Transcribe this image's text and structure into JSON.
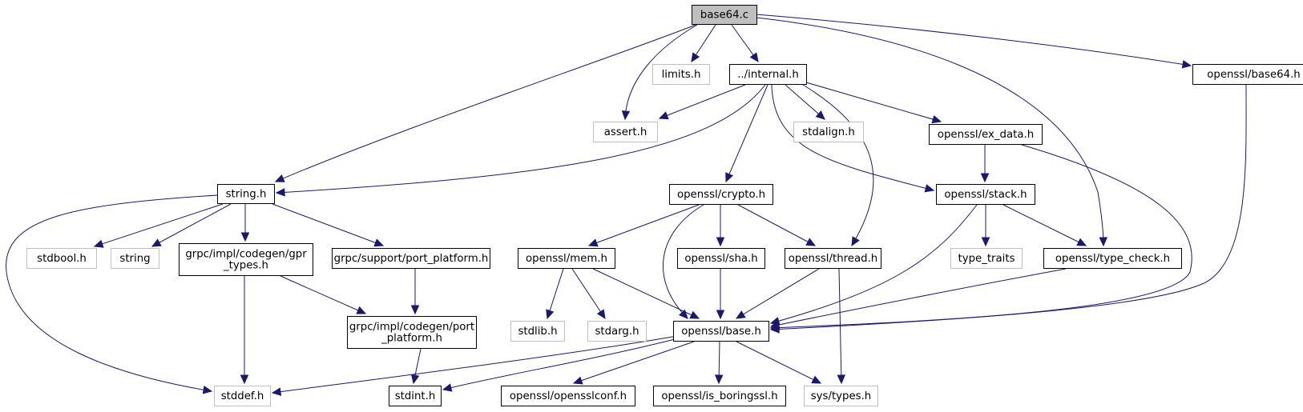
{
  "graph": {
    "title": "base64.c",
    "colors": {
      "edge": "#191970",
      "root_fill": "#bfbfbf",
      "documented_border": "#000000",
      "undocumented_border": "#bfbfbf",
      "node_fill": "#ffffff"
    },
    "nodes": [
      {
        "id": "base64_c",
        "lines": [
          "base64.c"
        ],
        "kind": "root"
      },
      {
        "id": "limits_h",
        "lines": [
          "limits.h"
        ],
        "kind": "external"
      },
      {
        "id": "internal_h",
        "lines": [
          "../internal.h"
        ],
        "kind": "documented"
      },
      {
        "id": "openssl_base64_h",
        "lines": [
          "openssl/base64.h"
        ],
        "kind": "documented"
      },
      {
        "id": "assert_h",
        "lines": [
          "assert.h"
        ],
        "kind": "external"
      },
      {
        "id": "stdalign_h",
        "lines": [
          "stdalign.h"
        ],
        "kind": "external"
      },
      {
        "id": "openssl_ex_data_h",
        "lines": [
          "openssl/ex_data.h"
        ],
        "kind": "documented"
      },
      {
        "id": "string_h",
        "lines": [
          "string.h"
        ],
        "kind": "documented"
      },
      {
        "id": "openssl_crypto_h",
        "lines": [
          "openssl/crypto.h"
        ],
        "kind": "documented"
      },
      {
        "id": "openssl_stack_h",
        "lines": [
          "openssl/stack.h"
        ],
        "kind": "documented"
      },
      {
        "id": "stdbool_h",
        "lines": [
          "stdbool.h"
        ],
        "kind": "external"
      },
      {
        "id": "string",
        "lines": [
          "string"
        ],
        "kind": "external"
      },
      {
        "id": "grpc_gpr_types_h",
        "lines": [
          "grpc/impl/codegen/gpr",
          "_types.h"
        ],
        "kind": "documented"
      },
      {
        "id": "grpc_support_port_platform_h",
        "lines": [
          "grpc/support/port_platform.h"
        ],
        "kind": "documented"
      },
      {
        "id": "openssl_mem_h",
        "lines": [
          "openssl/mem.h"
        ],
        "kind": "documented"
      },
      {
        "id": "openssl_sha_h",
        "lines": [
          "openssl/sha.h"
        ],
        "kind": "documented"
      },
      {
        "id": "openssl_thread_h",
        "lines": [
          "openssl/thread.h"
        ],
        "kind": "documented"
      },
      {
        "id": "type_traits",
        "lines": [
          "type_traits"
        ],
        "kind": "external"
      },
      {
        "id": "openssl_type_check_h",
        "lines": [
          "openssl/type_check.h"
        ],
        "kind": "documented"
      },
      {
        "id": "grpc_codegen_port_platform_h",
        "lines": [
          "grpc/impl/codegen/port",
          "_platform.h"
        ],
        "kind": "documented"
      },
      {
        "id": "stdlib_h",
        "lines": [
          "stdlib.h"
        ],
        "kind": "external"
      },
      {
        "id": "stdarg_h",
        "lines": [
          "stdarg.h"
        ],
        "kind": "external"
      },
      {
        "id": "openssl_base_h",
        "lines": [
          "openssl/base.h"
        ],
        "kind": "documented"
      },
      {
        "id": "stddef_h",
        "lines": [
          "stddef.h"
        ],
        "kind": "external"
      },
      {
        "id": "stdint_h",
        "lines": [
          "stdint.h"
        ],
        "kind": "documented"
      },
      {
        "id": "openssl_opensslconf_h",
        "lines": [
          "openssl/opensslconf.h"
        ],
        "kind": "documented"
      },
      {
        "id": "openssl_is_boringssl_h",
        "lines": [
          "openssl/is_boringssl.h"
        ],
        "kind": "documented"
      },
      {
        "id": "sys_types_h",
        "lines": [
          "sys/types.h"
        ],
        "kind": "external"
      }
    ],
    "edges": [
      {
        "from": "base64_c",
        "to": "string_h"
      },
      {
        "from": "base64_c",
        "to": "assert_h"
      },
      {
        "from": "base64_c",
        "to": "limits_h"
      },
      {
        "from": "base64_c",
        "to": "internal_h"
      },
      {
        "from": "base64_c",
        "to": "openssl_type_check_h"
      },
      {
        "from": "base64_c",
        "to": "openssl_base64_h"
      },
      {
        "from": "internal_h",
        "to": "assert_h"
      },
      {
        "from": "internal_h",
        "to": "string_h"
      },
      {
        "from": "internal_h",
        "to": "openssl_crypto_h"
      },
      {
        "from": "internal_h",
        "to": "stdalign_h"
      },
      {
        "from": "internal_h",
        "to": "openssl_stack_h"
      },
      {
        "from": "internal_h",
        "to": "openssl_thread_h"
      },
      {
        "from": "internal_h",
        "to": "openssl_ex_data_h"
      },
      {
        "from": "openssl_base64_h",
        "to": "openssl_base_h"
      },
      {
        "from": "openssl_ex_data_h",
        "to": "openssl_stack_h"
      },
      {
        "from": "openssl_ex_data_h",
        "to": "openssl_base_h"
      },
      {
        "from": "string_h",
        "to": "stddef_h"
      },
      {
        "from": "string_h",
        "to": "stdbool_h"
      },
      {
        "from": "string_h",
        "to": "string"
      },
      {
        "from": "string_h",
        "to": "grpc_gpr_types_h"
      },
      {
        "from": "string_h",
        "to": "grpc_support_port_platform_h"
      },
      {
        "from": "openssl_crypto_h",
        "to": "openssl_mem_h"
      },
      {
        "from": "openssl_crypto_h",
        "to": "openssl_base_h"
      },
      {
        "from": "openssl_crypto_h",
        "to": "openssl_sha_h"
      },
      {
        "from": "openssl_crypto_h",
        "to": "openssl_thread_h"
      },
      {
        "from": "openssl_stack_h",
        "to": "openssl_base_h"
      },
      {
        "from": "openssl_stack_h",
        "to": "type_traits"
      },
      {
        "from": "openssl_stack_h",
        "to": "openssl_type_check_h"
      },
      {
        "from": "grpc_gpr_types_h",
        "to": "stddef_h"
      },
      {
        "from": "grpc_gpr_types_h",
        "to": "grpc_codegen_port_platform_h"
      },
      {
        "from": "grpc_support_port_platform_h",
        "to": "grpc_codegen_port_platform_h"
      },
      {
        "from": "openssl_mem_h",
        "to": "stdlib_h"
      },
      {
        "from": "openssl_mem_h",
        "to": "stdarg_h"
      },
      {
        "from": "openssl_mem_h",
        "to": "openssl_base_h"
      },
      {
        "from": "openssl_sha_h",
        "to": "openssl_base_h"
      },
      {
        "from": "openssl_thread_h",
        "to": "openssl_base_h"
      },
      {
        "from": "openssl_thread_h",
        "to": "sys_types_h"
      },
      {
        "from": "openssl_type_check_h",
        "to": "openssl_base_h"
      },
      {
        "from": "grpc_codegen_port_platform_h",
        "to": "stdint_h"
      },
      {
        "from": "openssl_base_h",
        "to": "stddef_h"
      },
      {
        "from": "openssl_base_h",
        "to": "stdint_h"
      },
      {
        "from": "openssl_base_h",
        "to": "openssl_opensslconf_h"
      },
      {
        "from": "openssl_base_h",
        "to": "openssl_is_boringssl_h"
      },
      {
        "from": "openssl_base_h",
        "to": "sys_types_h"
      }
    ]
  }
}
